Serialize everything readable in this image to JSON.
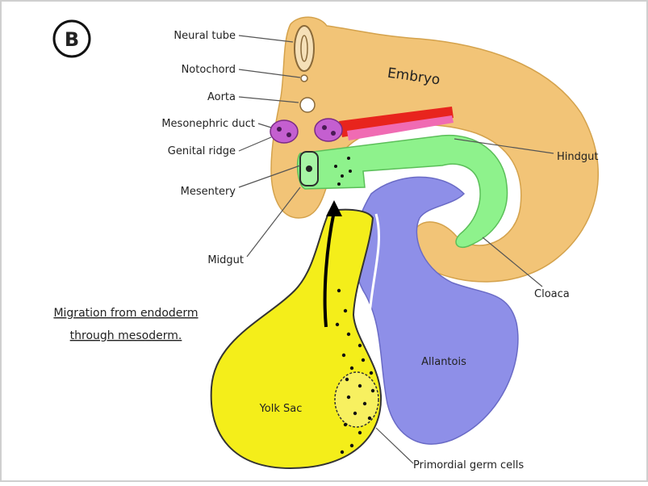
{
  "panel_letter": "B",
  "labels": {
    "neural_tube": "Neural tube",
    "notochord": "Notochord",
    "aorta": "Aorta",
    "mesonephric_duct": "Mesonephric duct",
    "genital_ridge": "Genital ridge",
    "mesentery": "Mesentery",
    "midgut": "Midgut",
    "embryo": "Embryo",
    "hindgut": "Hindgut",
    "cloaca": "Cloaca",
    "allantois": "Allantois",
    "yolk_sac": "Yolk Sac",
    "primordial_germ_cells": "Primordial germ cells"
  },
  "caption_lines": [
    "Migration from endoderm",
    "through mesoderm."
  ],
  "colors": {
    "embryo": "#f2c477",
    "yolk_sac": "#f4ee1a",
    "allantois": "#8e8fe8",
    "gut": "#8ef28c",
    "aorta_red": "#e8241d",
    "duct_pink": "#f06bb3",
    "ridge_purple": "#c45fd0"
  }
}
